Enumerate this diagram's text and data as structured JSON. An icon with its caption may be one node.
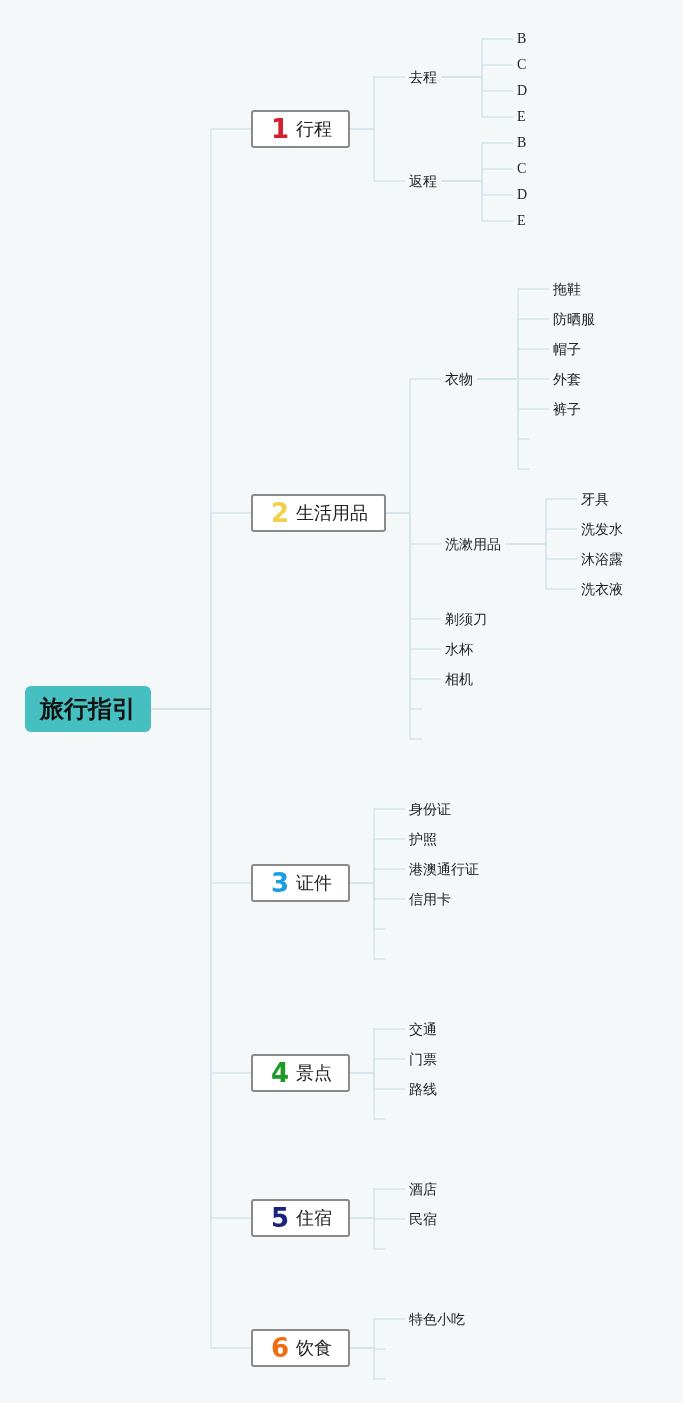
{
  "diagram": {
    "nodes": [
      {
        "text": [
          "旅行指引"
        ]
      },
      {
        "text": [
          "1",
          "行程"
        ]
      },
      {
        "text": [
          "去程"
        ]
      },
      {
        "text": [
          "B"
        ]
      },
      {
        "text": [
          "C"
        ]
      },
      {
        "text": [
          "D"
        ]
      },
      {
        "text": [
          "E"
        ]
      },
      {
        "text": [
          "返程"
        ]
      },
      {
        "text": [
          "B"
        ]
      },
      {
        "text": [
          "C"
        ]
      },
      {
        "text": [
          "D"
        ]
      },
      {
        "text": [
          "E"
        ]
      },
      {
        "text": [
          "2",
          "生活用品"
        ]
      },
      {
        "text": [
          "衣物"
        ]
      },
      {
        "text": [
          "拖鞋"
        ]
      },
      {
        "text": [
          "防晒服"
        ]
      },
      {
        "text": [
          "帽子"
        ]
      },
      {
        "text": [
          "外套"
        ]
      },
      {
        "text": [
          "裤子"
        ]
      },
      {
        "text": [
          "洗漱用品"
        ]
      },
      {
        "text": [
          "牙具"
        ]
      },
      {
        "text": [
          "洗发水"
        ]
      },
      {
        "text": [
          "沐浴露"
        ]
      },
      {
        "text": [
          "洗衣液"
        ]
      },
      {
        "text": [
          "剃须刀"
        ]
      },
      {
        "text": [
          "水杯"
        ]
      },
      {
        "text": [
          "相机"
        ]
      },
      {
        "text": [
          "3",
          "证件"
        ]
      },
      {
        "text": [
          "身份证"
        ]
      },
      {
        "text": [
          "护照"
        ]
      },
      {
        "text": [
          "港澳通行证"
        ]
      },
      {
        "text": [
          "信用卡"
        ]
      },
      {
        "text": [
          "4",
          "景点"
        ]
      },
      {
        "text": [
          "交通"
        ]
      },
      {
        "text": [
          "门票"
        ]
      },
      {
        "text": [
          "路线"
        ]
      },
      {
        "text": [
          "5",
          "住宿"
        ]
      },
      {
        "text": [
          "酒店"
        ]
      },
      {
        "text": [
          "民宿"
        ]
      },
      {
        "text": [
          "6",
          "饮食"
        ]
      },
      {
        "text": [
          "特色小吃"
        ]
      }
    ],
    "edges": [
      {
        "from": 0,
        "to": 1,
        "arrow": "none"
      },
      {
        "from": 1,
        "to": 2,
        "arrow": "none"
      },
      {
        "from": 2,
        "to": 3,
        "arrow": "none"
      },
      {
        "from": 2,
        "to": 4,
        "arrow": "none"
      },
      {
        "from": 2,
        "to": 5,
        "arrow": "none"
      },
      {
        "from": 2,
        "to": 6,
        "arrow": "none"
      },
      {
        "from": 1,
        "to": 7,
        "arrow": "none"
      },
      {
        "from": 7,
        "to": 8,
        "arrow": "none"
      },
      {
        "from": 7,
        "to": 9,
        "arrow": "none"
      },
      {
        "from": 7,
        "to": 10,
        "arrow": "none"
      },
      {
        "from": 7,
        "to": 11,
        "arrow": "none"
      },
      {
        "from": 0,
        "to": 12,
        "arrow": "none"
      },
      {
        "from": 12,
        "to": 13,
        "arrow": "none"
      },
      {
        "from": 13,
        "to": 14,
        "arrow": "none"
      },
      {
        "from": 13,
        "to": 15,
        "arrow": "none"
      },
      {
        "from": 13,
        "to": 16,
        "arrow": "none"
      },
      {
        "from": 13,
        "to": 17,
        "arrow": "none"
      },
      {
        "from": 13,
        "to": 18,
        "arrow": "none"
      },
      {
        "from": 13,
        "to": null,
        "arrow": "none"
      },
      {
        "from": 13,
        "to": null,
        "arrow": "none"
      },
      {
        "from": 12,
        "to": 19,
        "arrow": "none"
      },
      {
        "from": 19,
        "to": 20,
        "arrow": "none"
      },
      {
        "from": 19,
        "to": 21,
        "arrow": "none"
      },
      {
        "from": 19,
        "to": 22,
        "arrow": "none"
      },
      {
        "from": 19,
        "to": 23,
        "arrow": "none"
      },
      {
        "from": 12,
        "to": 24,
        "arrow": "none"
      },
      {
        "from": 12,
        "to": 25,
        "arrow": "none"
      },
      {
        "from": 12,
        "to": 26,
        "arrow": "none"
      },
      {
        "from": 12,
        "to": null,
        "arrow": "none"
      },
      {
        "from": 12,
        "to": null,
        "arrow": "none"
      },
      {
        "from": 0,
        "to": 27,
        "arrow": "none"
      },
      {
        "from": 27,
        "to": 28,
        "arrow": "none"
      },
      {
        "from": 27,
        "to": 29,
        "arrow": "none"
      },
      {
        "from": 27,
        "to": 30,
        "arrow": "none"
      },
      {
        "from": 27,
        "to": 31,
        "arrow": "none"
      },
      {
        "from": 27,
        "to": null,
        "arrow": "none"
      },
      {
        "from": 27,
        "to": null,
        "arrow": "none"
      },
      {
        "from": 0,
        "to": 32,
        "arrow": "none"
      },
      {
        "from": 32,
        "to": 33,
        "arrow": "none"
      },
      {
        "from": 32,
        "to": 34,
        "arrow": "none"
      },
      {
        "from": 32,
        "to": 35,
        "arrow": "none"
      },
      {
        "from": 32,
        "to": null,
        "arrow": "none"
      },
      {
        "from": 0,
        "to": 36,
        "arrow": "none"
      },
      {
        "from": 36,
        "to": 37,
        "arrow": "none"
      },
      {
        "from": 36,
        "to": 38,
        "arrow": "none"
      },
      {
        "from": 36,
        "to": null,
        "arrow": "none"
      },
      {
        "from": 0,
        "to": 39,
        "arrow": "none"
      },
      {
        "from": 39,
        "to": 40,
        "arrow": "none"
      },
      {
        "from": 39,
        "to": null,
        "arrow": "none"
      },
      {
        "from": 39,
        "to": null,
        "arrow": "none"
      }
    ]
  }
}
